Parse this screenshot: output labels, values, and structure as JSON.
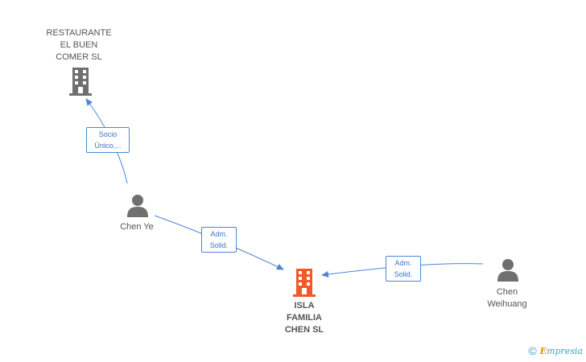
{
  "nodes": {
    "restaurante": {
      "lines": [
        "RESTAURANTE",
        "EL BUEN",
        "COMER SL"
      ],
      "type": "company",
      "color": "#6f6f6f"
    },
    "isla": {
      "lines": [
        "ISLA",
        "FAMILIA",
        "CHEN SL"
      ],
      "type": "company",
      "color": "#f05a28"
    },
    "chen_ye": {
      "lines": [
        "Chen Ye"
      ],
      "type": "person",
      "color": "#6f6f6f"
    },
    "chen_weihuang": {
      "lines": [
        "Chen",
        "Weihuang"
      ],
      "type": "person",
      "color": "#6f6f6f"
    }
  },
  "edges": {
    "socio": {
      "lines": [
        "Socio",
        "Único,..."
      ]
    },
    "adm1": {
      "lines": [
        "Adm.",
        "Solid."
      ]
    },
    "adm2": {
      "lines": [
        "Adm.",
        "Solid."
      ]
    }
  },
  "colors": {
    "edge": "#4a86d8"
  },
  "footer": {
    "copyright": "©",
    "brand_initial": "E",
    "brand_rest": "mpresia"
  }
}
